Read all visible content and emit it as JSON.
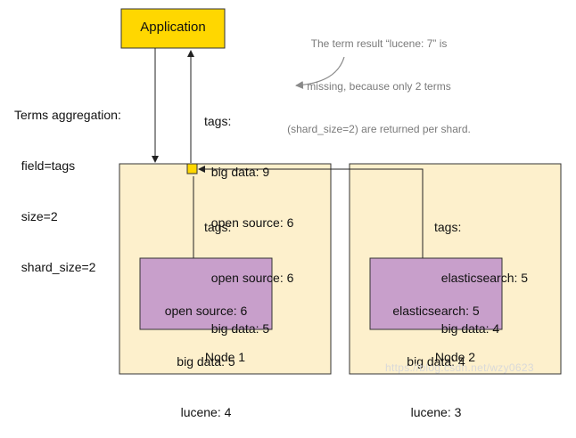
{
  "application": {
    "label": "Application"
  },
  "note": {
    "lines": [
      "The term result “lucene: 7” is",
      "missing, because only 2 terms",
      "(shard_size=2) are returned per shard."
    ]
  },
  "request": {
    "lines": [
      "Terms aggregation:",
      "  field=tags",
      "  size=2",
      "  shard_size=2"
    ]
  },
  "final_result": {
    "lines": [
      "tags:",
      "  big data: 9",
      "  open source: 6"
    ]
  },
  "node1": {
    "label": "Node 1",
    "response": {
      "lines": [
        "tags:",
        "  open source: 6",
        "  big data: 5"
      ]
    },
    "shard": {
      "lines": [
        "open source: 6",
        "big data: 5",
        "lucene: 4"
      ]
    }
  },
  "node2": {
    "label": "Node 2",
    "response": {
      "lines": [
        "tags:",
        "  elasticsearch: 5",
        "  big data: 4"
      ]
    },
    "shard": {
      "lines": [
        "elasticsearch: 5",
        "big data: 4",
        "lucene: 3"
      ]
    }
  },
  "watermark": {
    "text": "https://blog.csdn.net/wzy0623"
  },
  "colors": {
    "application_fill": "#ffd700",
    "node_fill": "#fdf0cc",
    "shard_fill": "#c89fcb",
    "stroke": "#333333",
    "note_text": "#7a7a7a"
  }
}
